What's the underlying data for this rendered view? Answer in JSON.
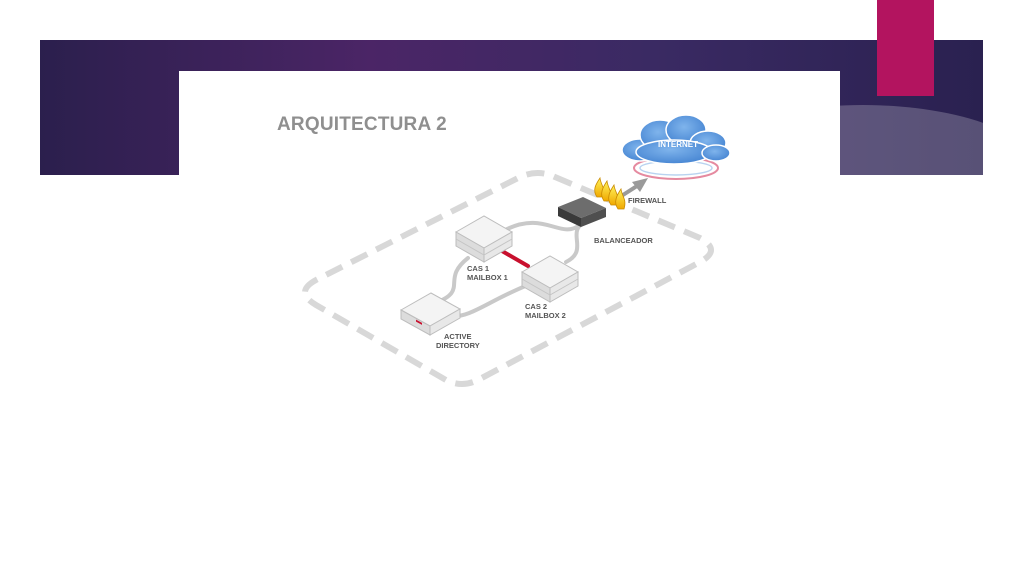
{
  "slide": {
    "title": "ARQUITECTURA 2",
    "colors": {
      "banner_dark": "#2b1f4d",
      "banner_purple": "#4b2566",
      "accent": "#b3145f",
      "title_gray": "#8f8f8f",
      "link_red": "#c8102e"
    }
  },
  "diagram": {
    "nodes": {
      "internet": {
        "label": "INTERNET",
        "icon": "cloud-icon"
      },
      "firewall": {
        "label": "FIREWALL",
        "icon": "flame-icon"
      },
      "balancer": {
        "label": "BALANCEADOR",
        "icon": "network-switch-icon"
      },
      "cas1": {
        "label_line1": "CAS 1",
        "label_line2": "MAILBOX 1",
        "icon": "server-icon"
      },
      "cas2": {
        "label_line1": "CAS 2",
        "label_line2": "MAILBOX 2",
        "icon": "server-icon"
      },
      "ad": {
        "label_line1": "ACTIVE",
        "label_line2": "DIRECTORY",
        "icon": "server-icon"
      }
    }
  }
}
